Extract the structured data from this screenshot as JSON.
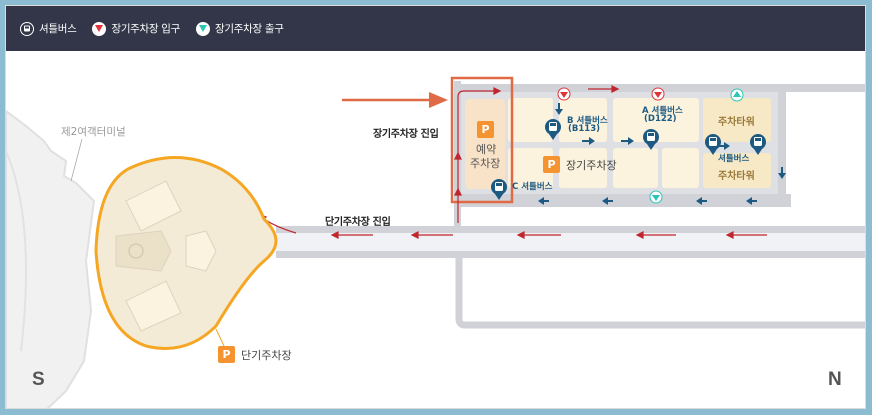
{
  "legend": {
    "items": [
      {
        "icon": "shuttle-bus-icon",
        "label": "셔틀버스"
      },
      {
        "icon": "long-term-entrance-icon",
        "label": "장기주차장 입구",
        "color": "#e0343c"
      },
      {
        "icon": "long-term-exit-icon",
        "label": "장기주차장 출구",
        "color": "#2cc5b8"
      }
    ]
  },
  "map": {
    "terminal_label": "제2여객터미널",
    "long_term_entry_label": "장기주차장 진입",
    "short_term_entry_label": "단기주차장 진입",
    "reserved_parking": {
      "badge": "P",
      "line1": "예약",
      "line2": "주차장"
    },
    "long_term_parking": {
      "badge": "P",
      "label": "장기주차장"
    },
    "short_term_parking": {
      "badge": "P",
      "label": "단기주차장"
    },
    "shuttle_stops": [
      {
        "name": "B 셔틀버스",
        "code": "(B113)"
      },
      {
        "name": "A 셔틀버스",
        "code": "(D122)"
      },
      {
        "name": "C 셔틀버스"
      },
      {
        "name": "셔틀버스"
      }
    ],
    "parking_tower_labels": [
      "주차타워",
      "주차타워"
    ],
    "compass": {
      "south": "S",
      "north": "N"
    }
  },
  "colors": {
    "header_bg": "#323648",
    "highlight": "#e06a45",
    "road": "#d0d2d8",
    "parking_fill": "#fcf3de",
    "reserved_fill": "#f8e2c8",
    "arrow_red": "#c0262e",
    "arrow_blue": "#1d5a82",
    "short_term_outline": "#f5a623"
  }
}
